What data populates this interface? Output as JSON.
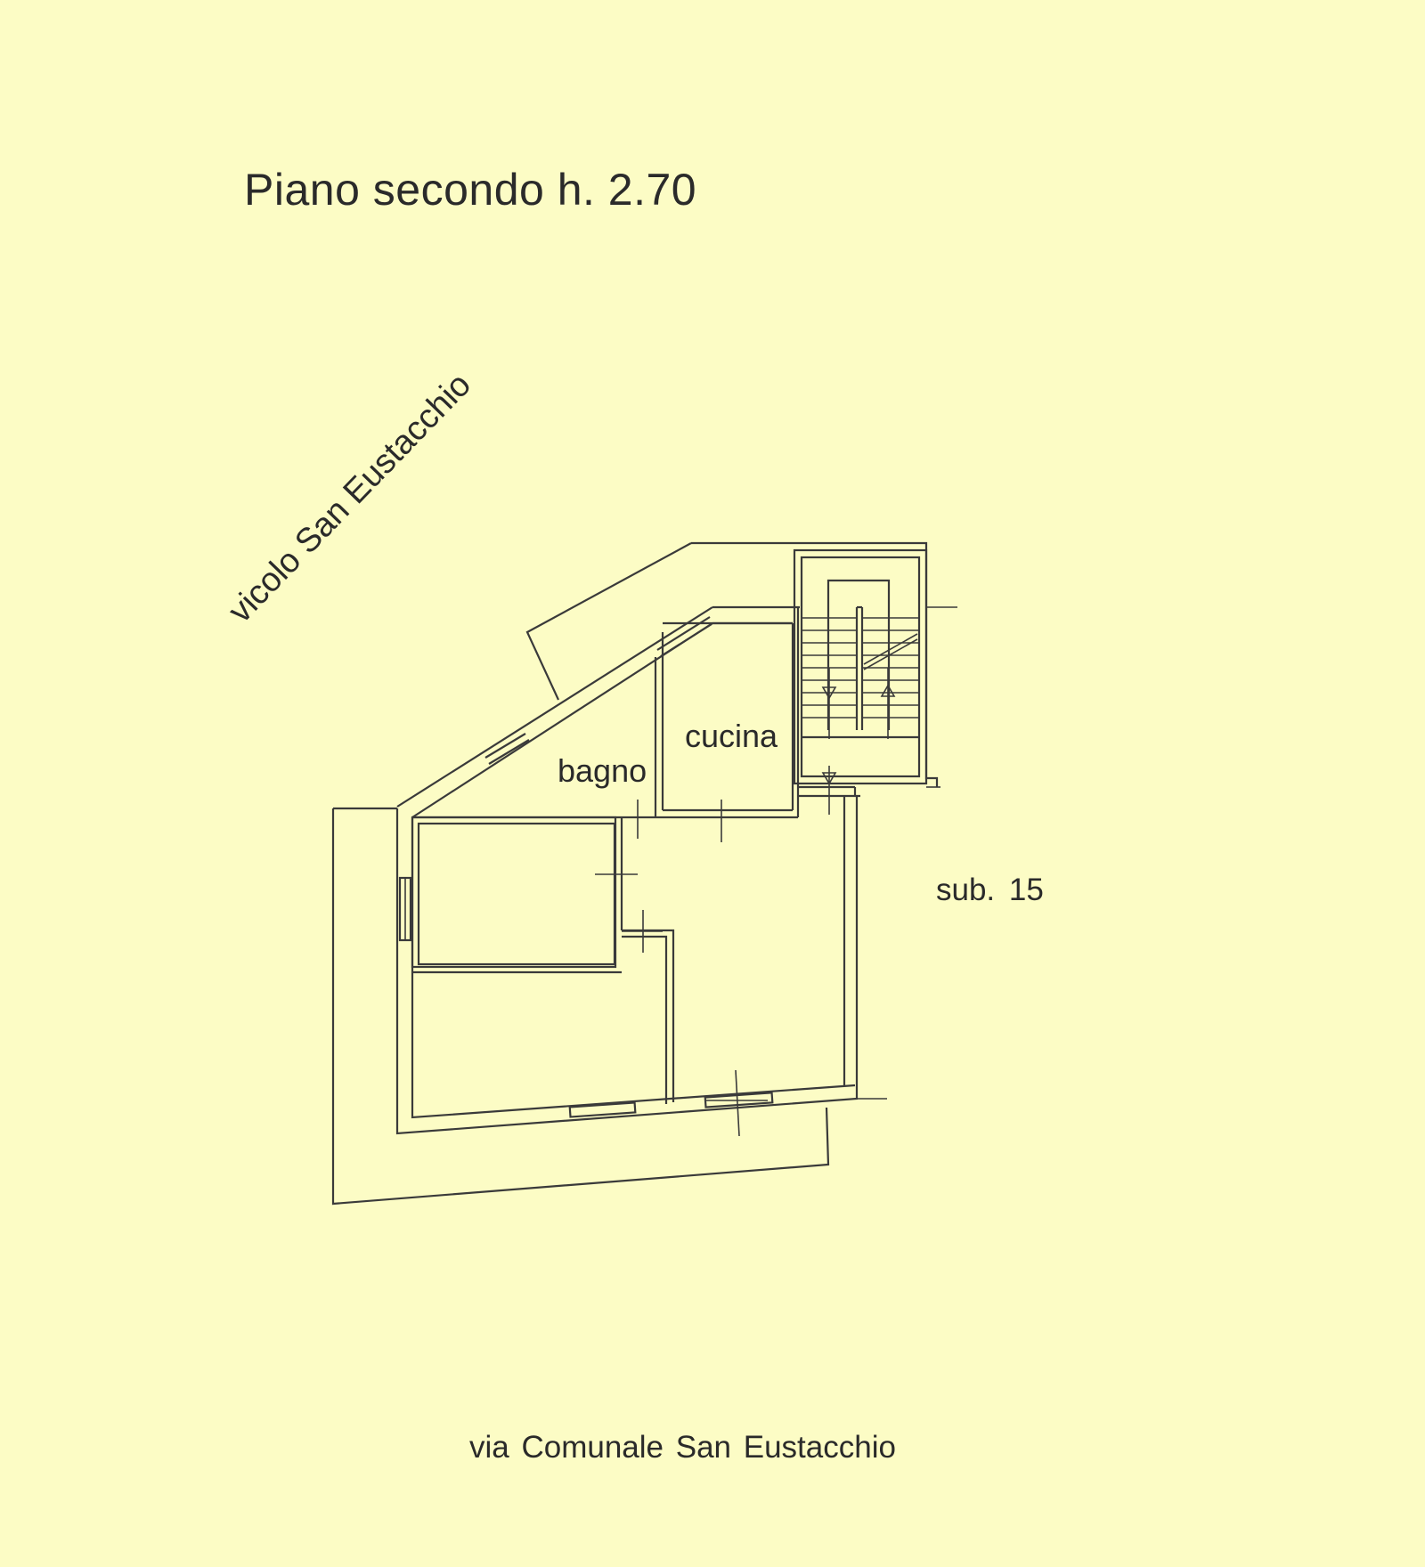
{
  "title": "Piano secondo h. 2.70",
  "streets": {
    "top_left": "vicolo San Eustacchio",
    "bottom": "via Comunale  San Eustacchio"
  },
  "rooms": {
    "bagno": "bagno",
    "cucina": "cucina"
  },
  "neighbor": "sub. 15",
  "colors": {
    "paper": "#FCFCC5",
    "ink": "#3a3a3a"
  }
}
